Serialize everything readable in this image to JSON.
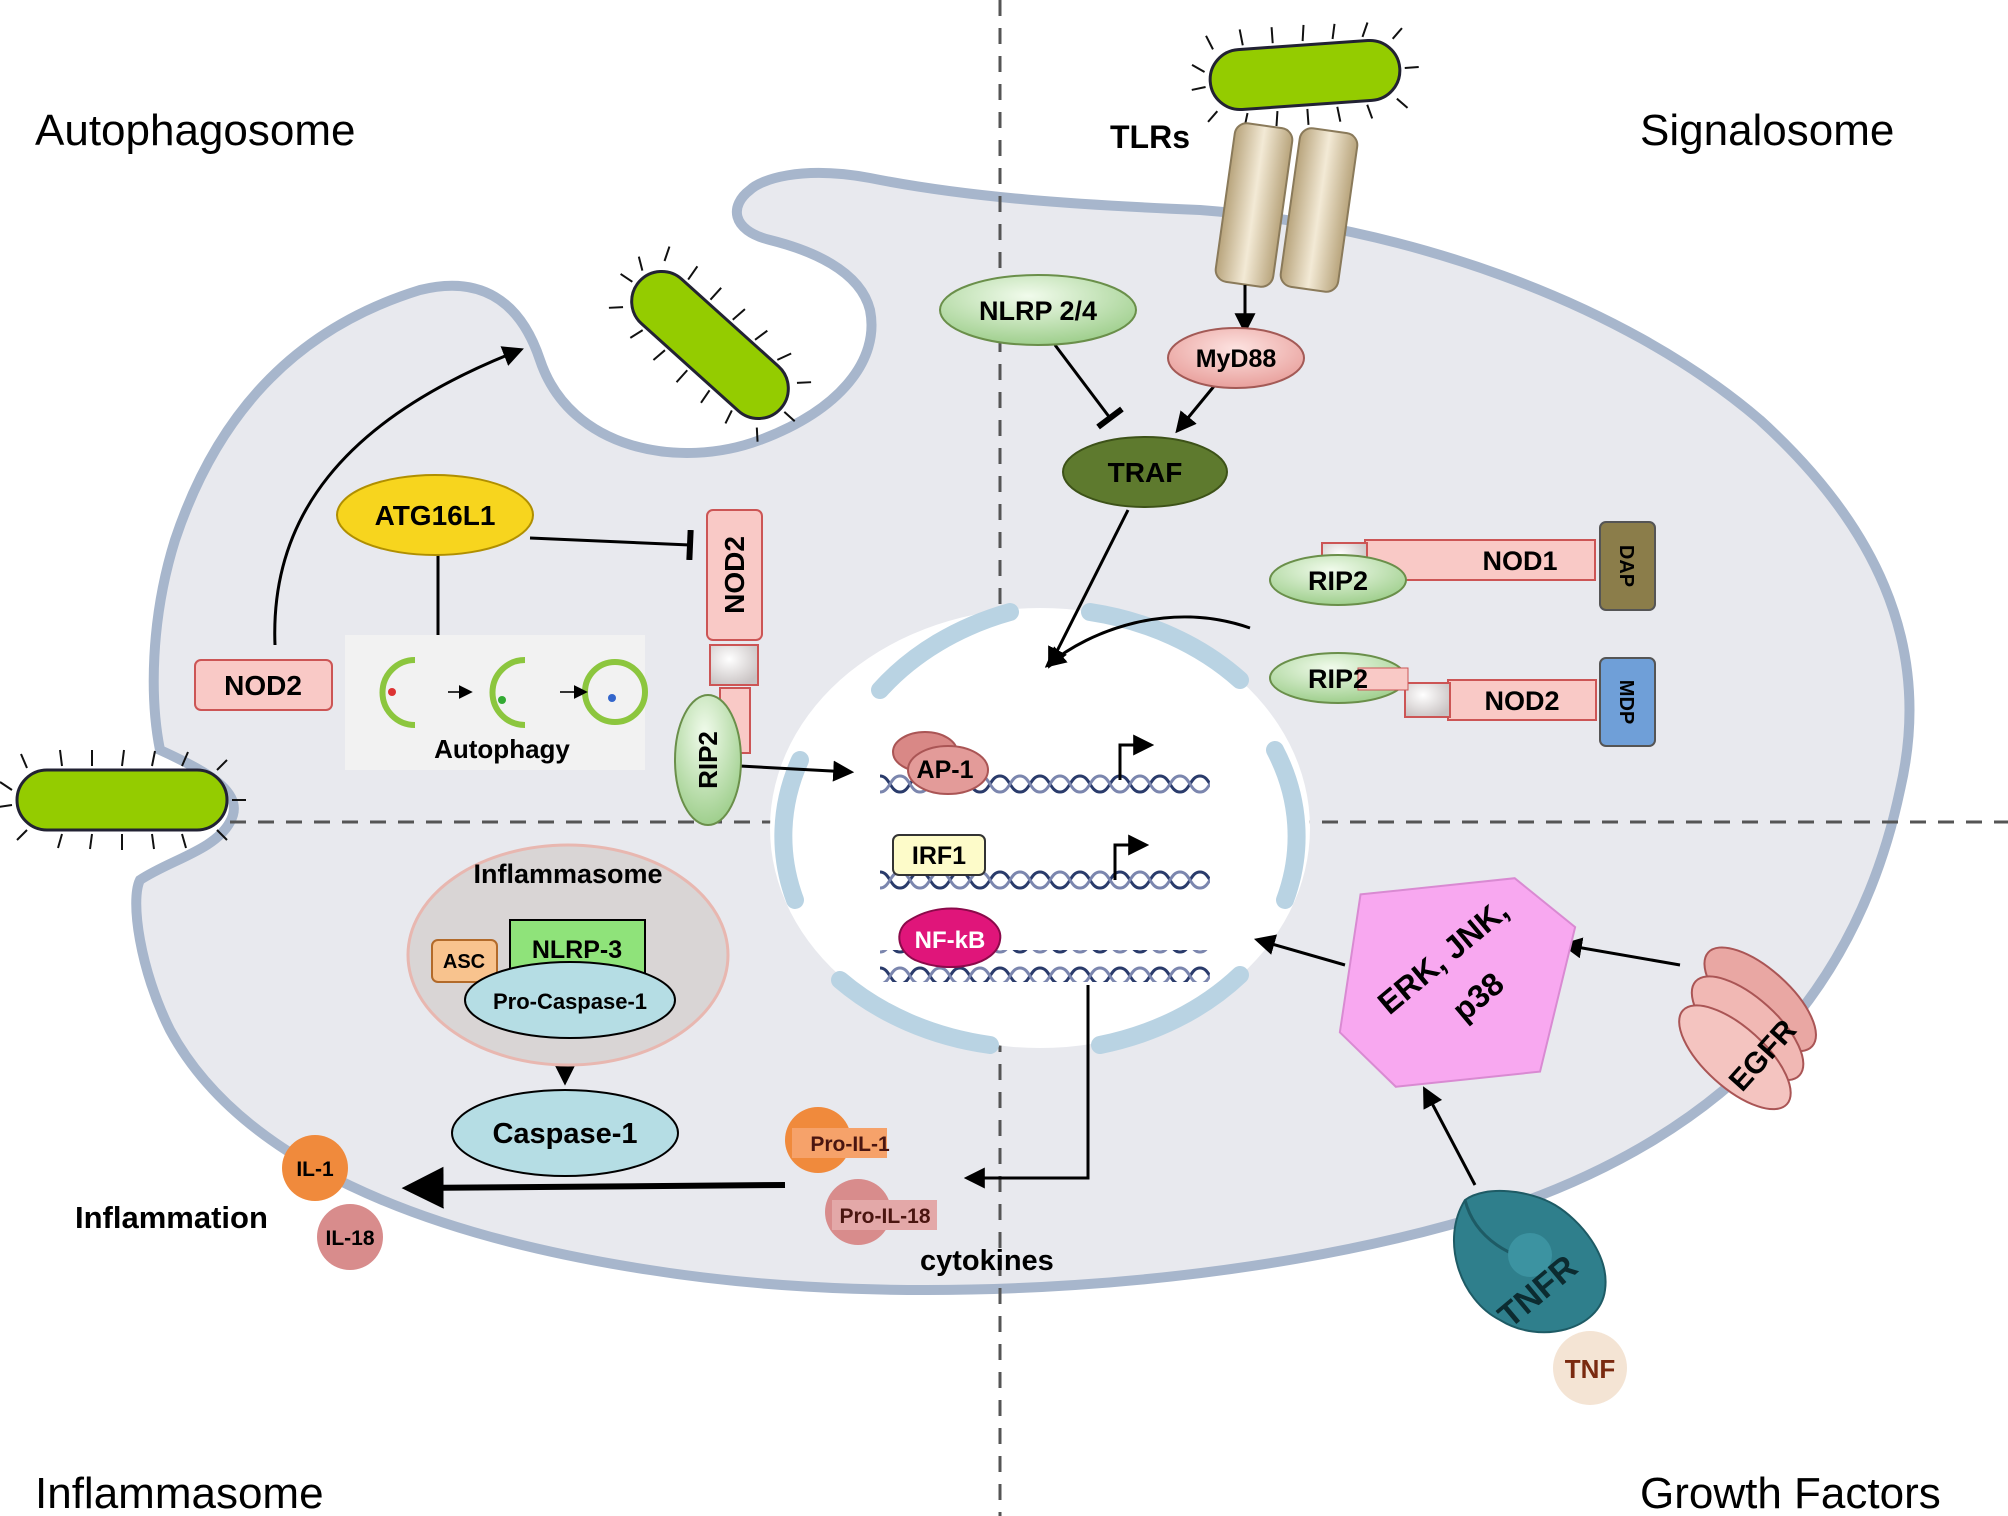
{
  "quadrants": {
    "top_left": "Autophagosome",
    "top_right": "Signalosome",
    "bottom_left": "Inflammasome",
    "bottom_right": "Growth Factors"
  },
  "receptors": {
    "tlrs": "TLRs",
    "tnfr": "TNFR",
    "tnf": "TNF",
    "egfr": "EGFR"
  },
  "signalosome": {
    "nlrp": "NLRP 2/4",
    "myd88": "MyD88",
    "traf": "TRAF",
    "rip2_a": "RIP2",
    "nod1": "NOD1",
    "dap": "DAP",
    "rip2_b": "RIP2",
    "nod2": "NOD2",
    "mdp": "MDP"
  },
  "autophagosome": {
    "atg16l1": "ATG16L1",
    "nod2_left": "NOD2",
    "nod2_vertical": "NOD2",
    "rip2_vertical": "RIP2",
    "autophagy": "Autophagy"
  },
  "nucleus": {
    "ap1": "AP-1",
    "irf1": "IRF1",
    "nfkb": "NF-kB"
  },
  "inflammasome": {
    "title": "Inflammasome",
    "asc": "ASC",
    "nlrp3": "NLRP-3",
    "pro_caspase": "Pro-Caspase-1",
    "caspase": "Caspase-1",
    "il1": "IL-1",
    "il18": "IL-18",
    "inflammation": "Inflammation",
    "pro_il1": "Pro-IL-1",
    "pro_il18": "Pro-IL-18",
    "cytokines": "cytokines"
  },
  "kinases": {
    "line1": "ERK, JNK,",
    "line2": "p38"
  },
  "colors": {
    "cell_fill": "#e8e9ee",
    "membrane": "#a7b6cc",
    "bacterium": "#94cc00",
    "pink_box": "#f9c9c6",
    "rip2_green": "#cfe8c4",
    "traf_green": "#5e7a2e",
    "atg_yellow": "#f7d51e",
    "caspase_blue": "#b5dde4",
    "kinase_magenta": "#f8a8f0",
    "il1_orange": "#f08a3c",
    "il18_rose": "#d88c8c",
    "tnfr_teal": "#2f7f8c"
  },
  "icons": [
    "bacterium-icon",
    "tlr-receptor-icon",
    "egfr-receptor-icon",
    "tnfr-receptor-icon",
    "dna-helix-icon",
    "autophagy-vesicle-icon"
  ]
}
